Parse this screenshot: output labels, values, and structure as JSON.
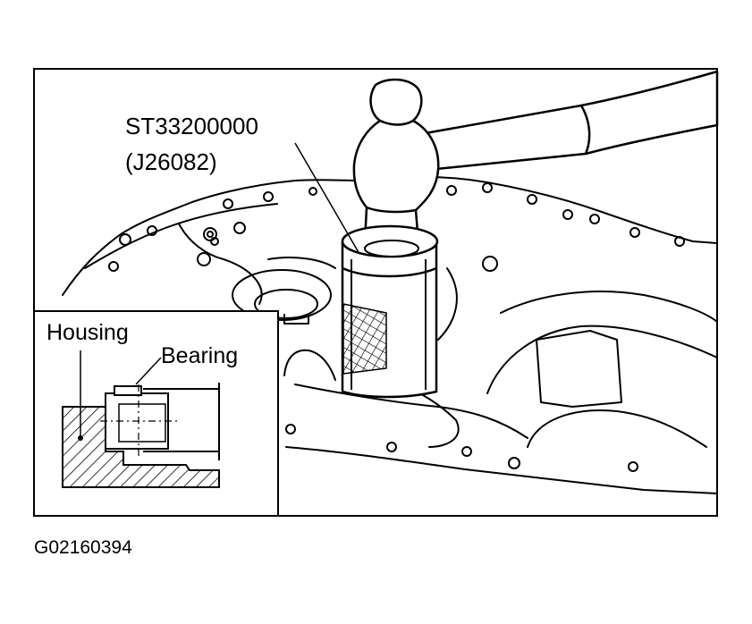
{
  "figure": {
    "tool_part_number": "ST33200000",
    "tool_alt_number": "(J26082)",
    "inset": {
      "housing_label": "Housing",
      "bearing_label": "Bearing"
    },
    "figure_code": "G02160394"
  }
}
